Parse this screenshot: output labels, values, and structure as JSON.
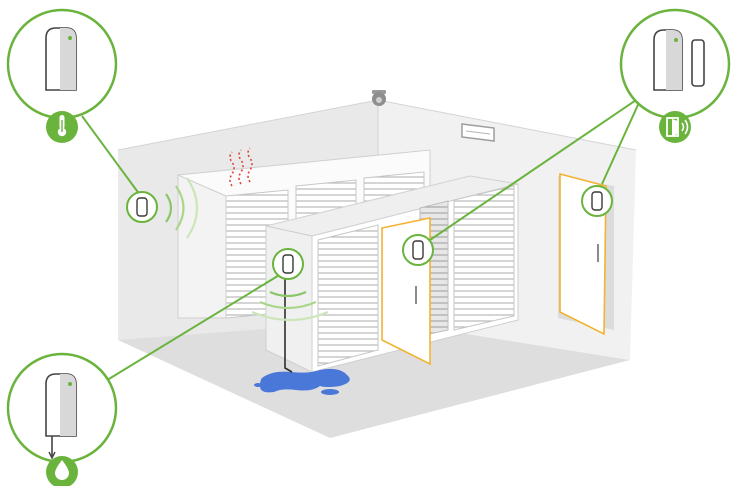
{
  "scene": {
    "subject": "server-room-sensor-layout",
    "accent_color": "#6ab43e",
    "door_frame_color": "#f2b233",
    "heat_color": "#e0443a",
    "water_color": "#4a78d8"
  },
  "sensors": [
    {
      "name": "temperature-sensor",
      "icon": "thermometer-icon"
    },
    {
      "name": "door-contact-sensor",
      "icon": "open-door-icon"
    },
    {
      "name": "water-leak-sensor",
      "icon": "water-drop-icon"
    }
  ]
}
